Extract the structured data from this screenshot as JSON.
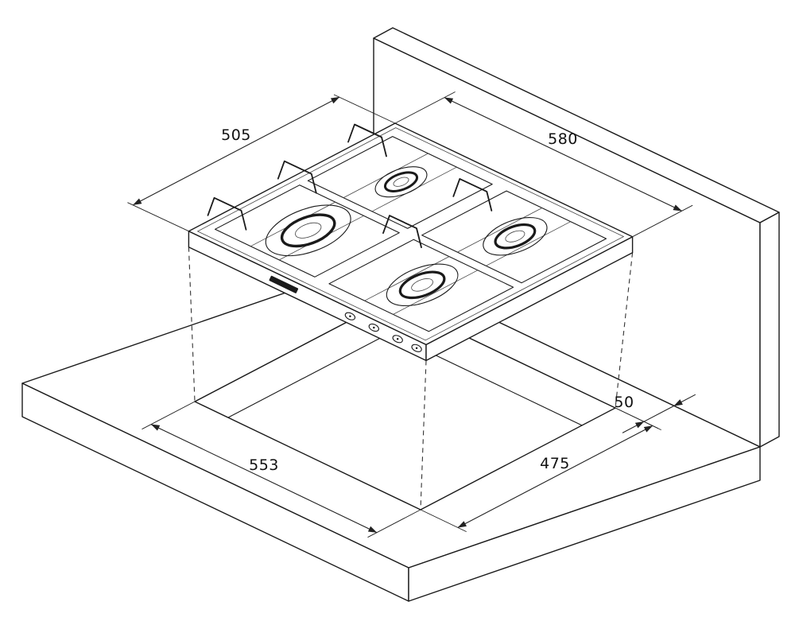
{
  "diagram": {
    "background": "#ffffff",
    "line_color": "#1a1a1a",
    "dimension_labels": {
      "top_left": "505",
      "top_right": "580",
      "bottom_left": "553",
      "bottom_right": "475",
      "clearance": "50"
    }
  }
}
